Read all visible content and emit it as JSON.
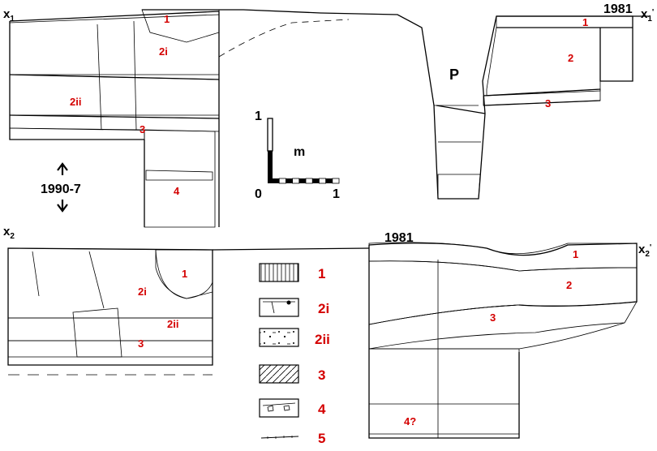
{
  "section_labels": {
    "x1_left": "x",
    "x1_left_sub": "1",
    "x1_right": "x",
    "x1_right_sub": "1",
    "x1_right_prime": "'",
    "x2_left": "x",
    "x2_left_sub": "2",
    "x2_right": "x",
    "x2_right_sub": "2",
    "x2_right_prime": "'"
  },
  "years": {
    "top_right": "1981",
    "bottom_center": "1981",
    "left_middle": "1990-7"
  },
  "pit_label": "P",
  "scale_bar": {
    "top": "1",
    "bottom": "0",
    "right": "1",
    "unit": "m"
  },
  "layer_labels": {
    "top_left": [
      "1",
      "2i",
      "2ii",
      "3",
      "4"
    ],
    "top_right": [
      "1",
      "2",
      "3"
    ],
    "bottom_left": [
      "1",
      "2i",
      "2ii",
      "3"
    ],
    "bottom_right": [
      "1",
      "2",
      "3",
      "4?"
    ]
  },
  "legend": [
    "1",
    "2i",
    "2ii",
    "3",
    "4",
    "5"
  ],
  "colors": {
    "label_red": "#d40000",
    "ink": "#000000"
  }
}
